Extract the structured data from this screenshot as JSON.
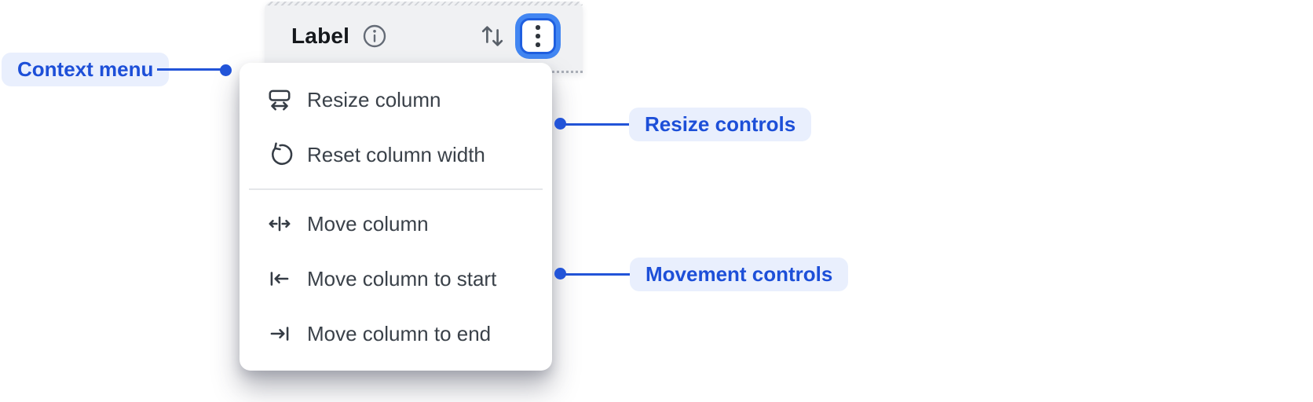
{
  "header": {
    "label": "Label",
    "icons": [
      "info-icon",
      "sort-icon",
      "kebab-menu-icon"
    ]
  },
  "context_menu": {
    "items": [
      {
        "label": "Resize column",
        "icon": "resize-column-icon"
      },
      {
        "label": "Reset column width",
        "icon": "reset-column-width-icon"
      },
      {
        "label": "Move column",
        "icon": "move-column-icon"
      },
      {
        "label": "Move column to start",
        "icon": "move-column-to-start-icon"
      },
      {
        "label": "Move column to end",
        "icon": "move-column-to-end-icon"
      }
    ],
    "divider_after_index": 1
  },
  "annotations": {
    "context_menu": "Context menu",
    "resize_controls": "Resize controls",
    "movement_controls": "Movement controls"
  },
  "colors": {
    "annotation-blue": "#1d4fd8",
    "annotation-bg": "#e9effd",
    "connector-blue": "#2254d8",
    "focus-ring": "#4286f2",
    "focus-border": "#1f5fe0",
    "header-bg": "#f0f1f3",
    "header-text": "#15181c",
    "menu-bg": "#ffffff",
    "menu-text": "#3a4149",
    "icon-gray": "#646b76"
  }
}
